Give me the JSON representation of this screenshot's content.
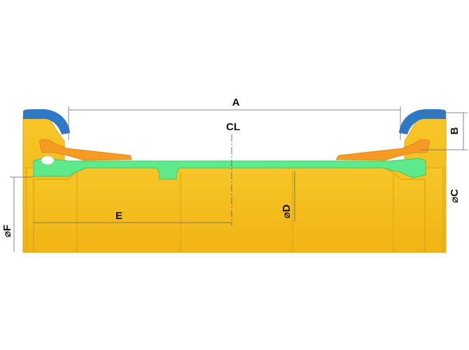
{
  "labels": {
    "a": "A",
    "b": "B",
    "c": "⌀C",
    "d": "⌀D",
    "e": "E",
    "f": "⌀F",
    "cl": "CL"
  },
  "colors": {
    "pipe_yellow": "#F6C21E",
    "pipe_dark": "#D9A414",
    "seal_green": "#5EE98A",
    "gland_orange": "#F59A22",
    "gasket_blue": "#2F78C6",
    "dimension_line": "#666666"
  }
}
